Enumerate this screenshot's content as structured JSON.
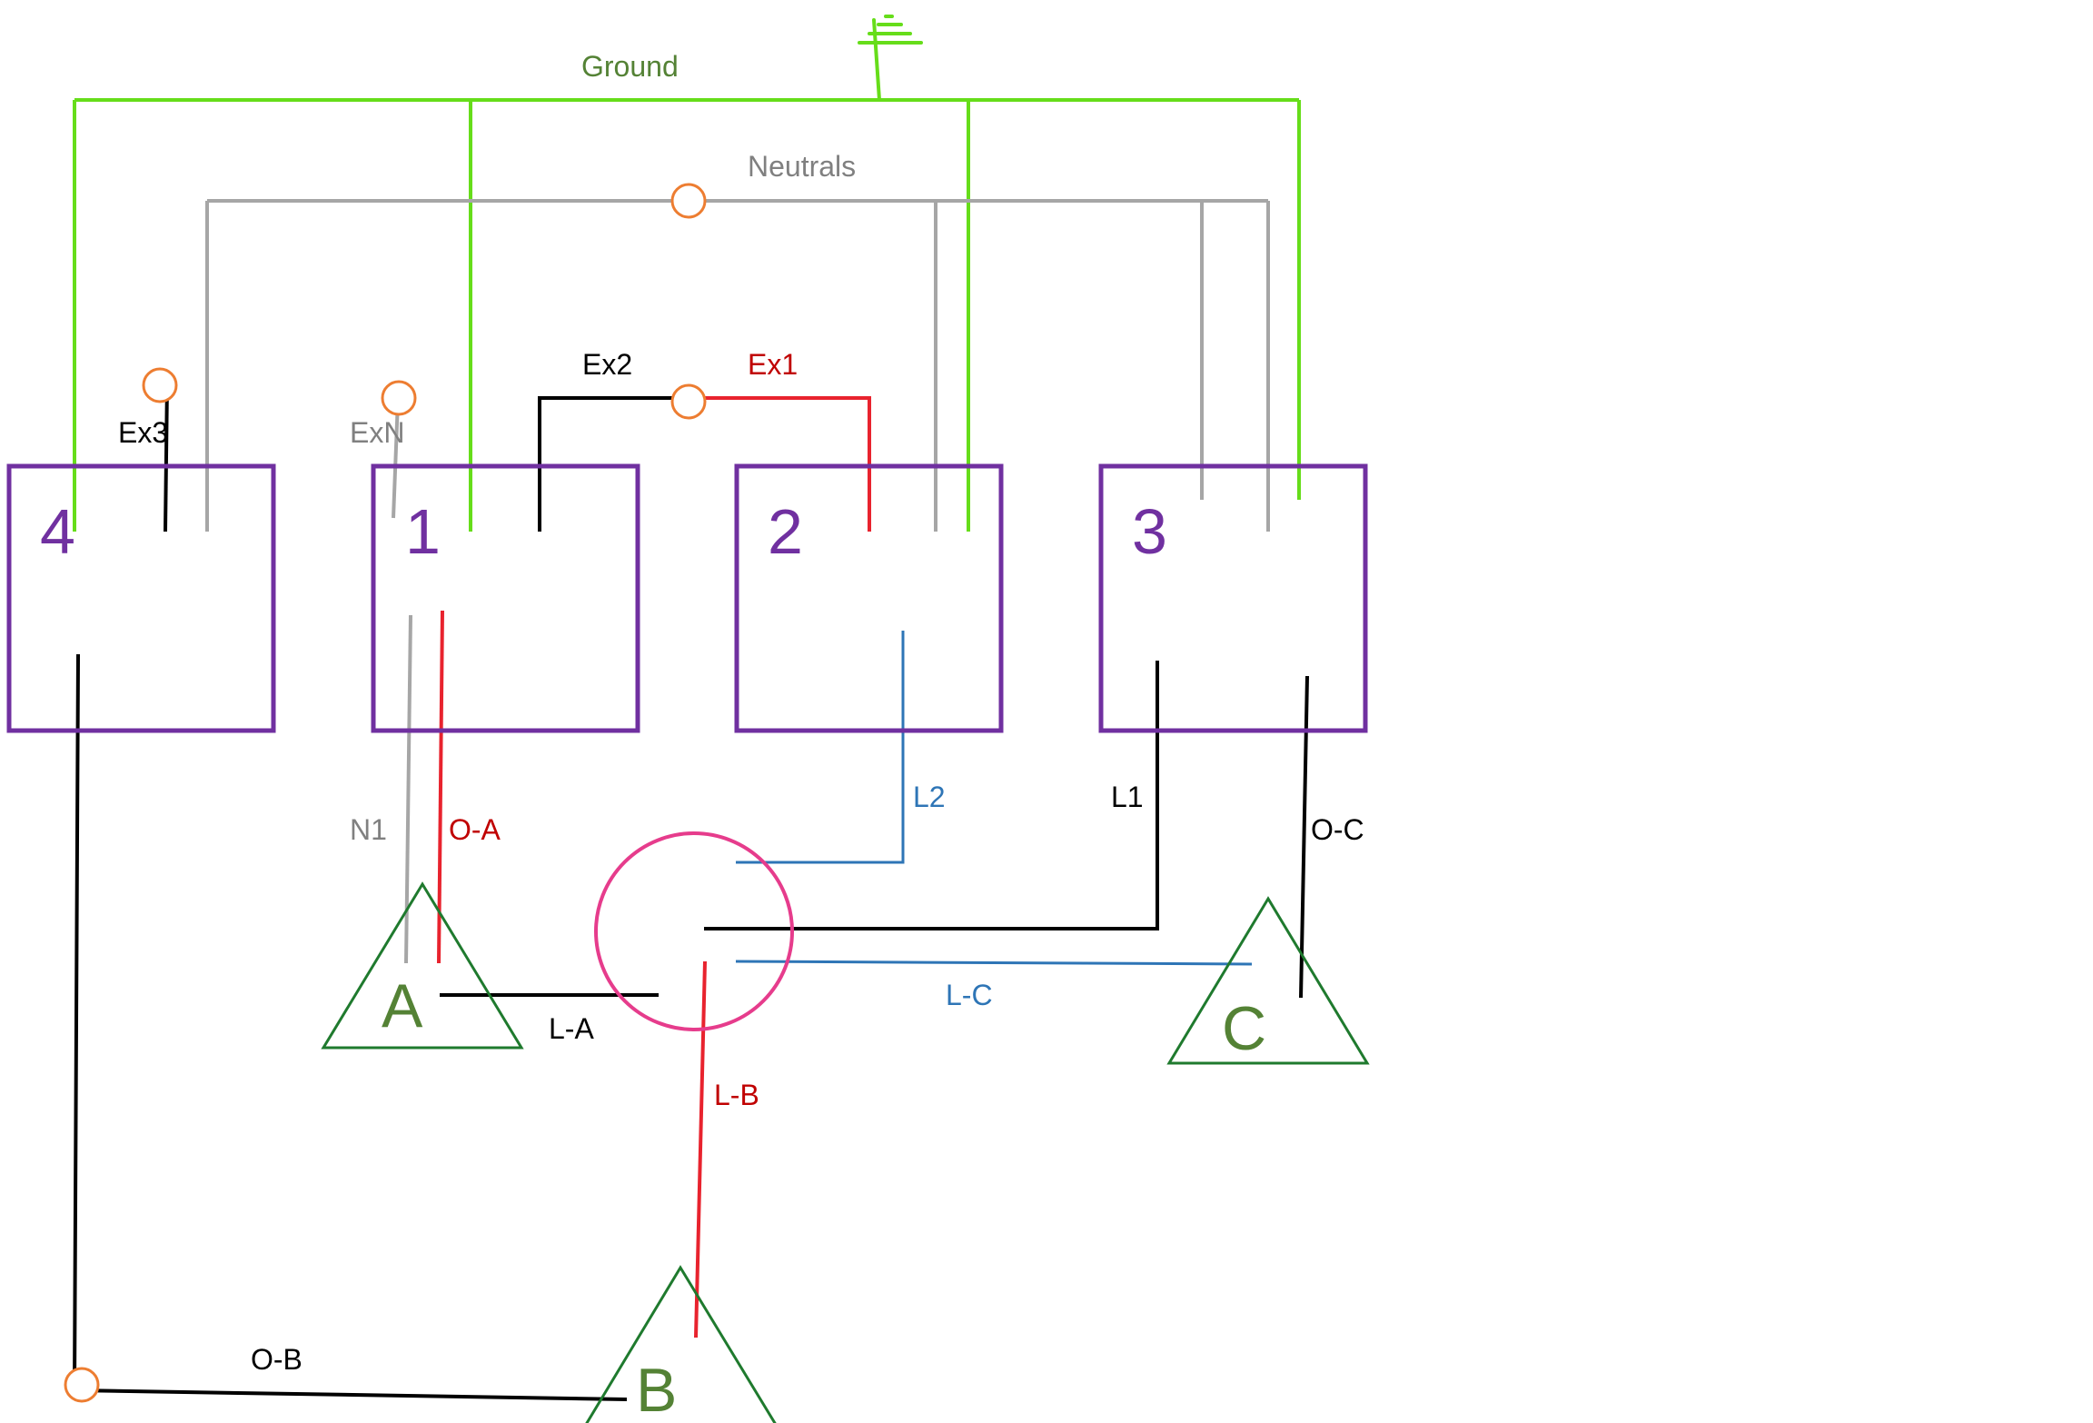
{
  "colors": {
    "ground": "#66dd1a",
    "ground_label": "#548235",
    "neutral": "#a6a6a6",
    "neutral_label": "#808080",
    "black": "#000000",
    "red": "#e8232e",
    "red_label": "#c00000",
    "blue": "#2e75b6",
    "box": "#7030a0",
    "junction": "#ed7d31",
    "hub": "#e63c8c",
    "load": "#1f7a2e",
    "load_label": "#548235"
  },
  "boxes": {
    "b4": "4",
    "b1": "1",
    "b2": "2",
    "b3": "3"
  },
  "loads": {
    "a": "A",
    "b": "B",
    "c": "C"
  },
  "labels": {
    "ground": "Ground",
    "neutrals": "Neutrals",
    "ex3": "Ex3",
    "exn": "ExN",
    "ex2": "Ex2",
    "ex1": "Ex1",
    "n1": "N1",
    "oa": "O-A",
    "l2": "L2",
    "l1": "L1",
    "oc": "O-C",
    "la": "L-A",
    "lc": "L-C",
    "lb": "L-B",
    "ob": "O-B"
  }
}
